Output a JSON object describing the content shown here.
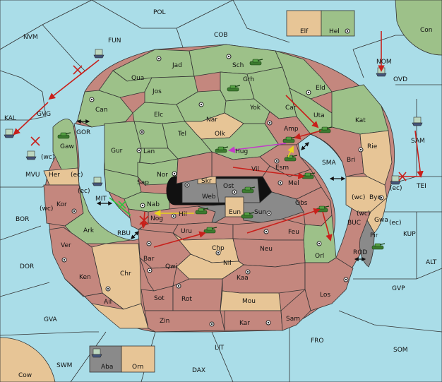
{
  "colors": {
    "sea": "#aadde8",
    "green_power": "#9dc189",
    "red_power": "#c4877e",
    "tan_neutral": "#e7c596",
    "gray_power": "#8a8a8a",
    "order_red": "#c8201b",
    "order_magenta": "#c23ac9",
    "order_yellow": "#e8d41c",
    "order_green": "#28c83c"
  },
  "sea_labels": {
    "pol": "POL",
    "nvm": "NVM",
    "fun": "FUN",
    "cob": "COB",
    "nom": "NOM",
    "ovd": "OVD",
    "kal": "KAL",
    "gvg": "GVG",
    "gor": "GOR",
    "mvu": "MVU",
    "wc1": "(wc)",
    "sma": "SMA",
    "mit": "MIT",
    "ec1": "(ec)",
    "bor": "BOR",
    "wc2": "(wc)",
    "rbu": "RBU",
    "dor": "DOR",
    "gva": "GVA",
    "swm": "SWM",
    "dax": "DAX",
    "lit": "LIT",
    "fro": "FRO",
    "som": "SOM",
    "gvp": "GVP",
    "alt": "ALT",
    "kup": "KUP",
    "rod": "ROD",
    "buc": "BUC",
    "wc3": "(wc)",
    "tei": "TEI",
    "sam": "SAM",
    "ec2": "(ec)",
    "wc4": "(wc)",
    "ec3": "(ec)",
    "ec4": "(ec)"
  },
  "land_labels": {
    "con": "Con",
    "elf": "Elf",
    "hel": "Hel",
    "jad": "Jad",
    "sch": "Sch",
    "qua": "Qua",
    "jos": "Jos",
    "grh": "Grh",
    "eld": "Eld",
    "can": "Can",
    "elc": "Elc",
    "nar": "Nar",
    "yok": "Yok",
    "car": "Car",
    "uta": "Uta",
    "kat": "Kat",
    "gaw": "Gaw",
    "tel": "Tel",
    "olk": "Olk",
    "amp": "Amp",
    "gur": "Gur",
    "lan": "Lan",
    "hug": "Hug",
    "rie": "Rie",
    "bri": "Bri",
    "esm": "Esm",
    "vil": "Vil",
    "her": "Her",
    "nor": "Nor",
    "skr": "Skr",
    "ost": "Ost",
    "mel": "Mel",
    "sap": "Sap",
    "web": "Web",
    "byn": "Byn",
    "kor": "Kor",
    "nab": "Nab",
    "eun": "Eun",
    "sun": "Sun",
    "obs": "Obs",
    "hil": "Hil",
    "nog": "Nog",
    "gwa": "Gwa",
    "ark": "Ark",
    "uru": "Uru",
    "feu": "Feu",
    "pir": "Pir",
    "ver": "Ver",
    "chp": "Chp",
    "neu": "Neu",
    "orl": "Orl",
    "bar": "Bar",
    "qwi": "Qwi",
    "nil": "Nil",
    "ken": "Ken",
    "chr": "Chr",
    "kaa": "Kaa",
    "los": "Los",
    "ail": "Ail",
    "sot": "Sot",
    "rot": "Rot",
    "mou": "Mou",
    "zin": "Zin",
    "sam": "Sam",
    "kar": "Kar",
    "aba": "Aba",
    "orn": "Orn",
    "cow": "Cow"
  },
  "units": {
    "armies": [
      "Sch",
      "Grh",
      "Uta",
      "Amp",
      "Hug",
      "Esm",
      "Mel",
      "Ost",
      "Web",
      "Sun",
      "Obs",
      "Uru",
      "Pir",
      "Gaw"
    ],
    "fleets": [
      "FUN",
      "OVD",
      "KAL",
      "MVU",
      "SAM",
      "MIT",
      "Aba"
    ]
  }
}
